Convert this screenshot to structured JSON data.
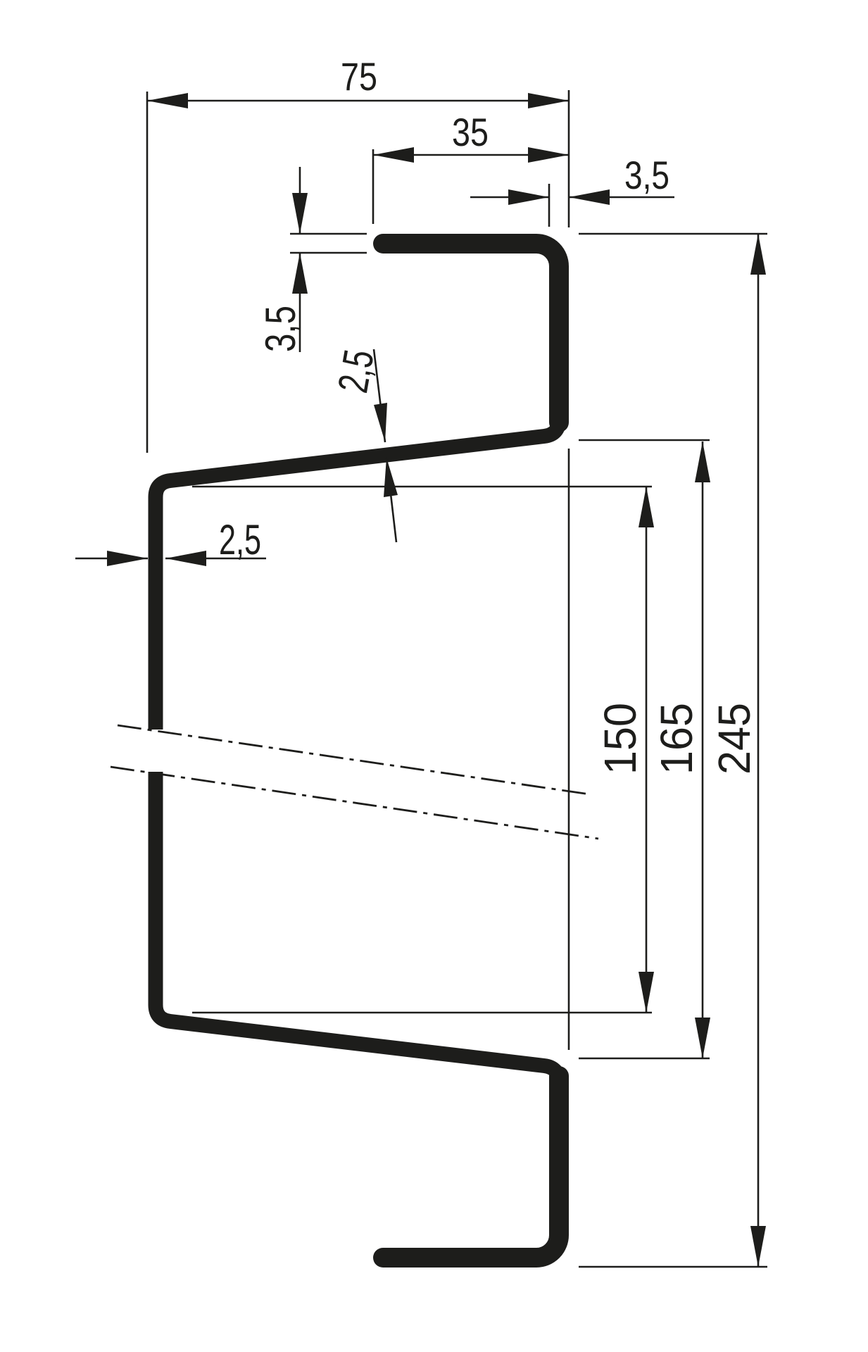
{
  "drawing": {
    "description": "Technical dimensioned cross-section drawing of a cold-formed trapezoidal channel profile with a break (dash-dot) interruption",
    "colors": {
      "ink": "#1d1d1b",
      "background": "#ffffff"
    },
    "dimensions": {
      "overall_width": {
        "label": "75"
      },
      "lip_width": {
        "label": "35"
      },
      "right_wall_thickness": {
        "label": "3,5"
      },
      "lip_thickness": {
        "label": "3,5"
      },
      "web_thickness": {
        "label": "2,5"
      },
      "left_wall_thickness": {
        "label": "2,5"
      },
      "inner_height": {
        "label": "150"
      },
      "shoulder_height": {
        "label": "165"
      },
      "overall_height": {
        "label": "245"
      }
    }
  }
}
